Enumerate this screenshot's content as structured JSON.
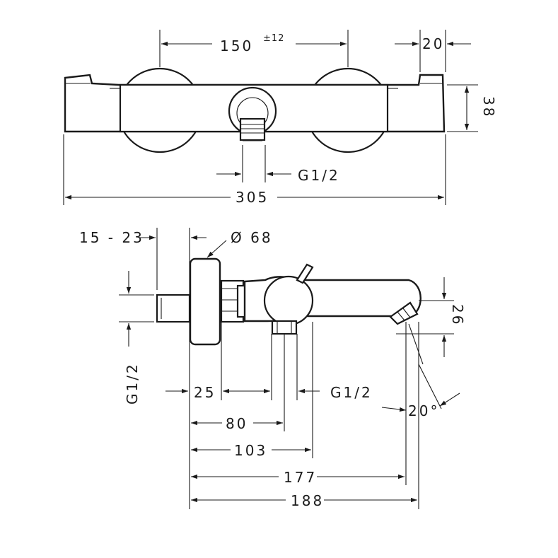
{
  "dimensions": {
    "width_150": "150",
    "tolerance": "±12",
    "width_20": "20",
    "height_38": "38",
    "thread_top": "G1/2",
    "width_305": "305",
    "range_15_23": "15 - 23",
    "diameter_68": "Ø 68",
    "thread_left": "G1/2",
    "dim_25": "25",
    "thread_bottom": "G1/2",
    "height_26": "26",
    "angle_20": "20°",
    "dim_80": "80",
    "dim_103": "103",
    "dim_177": "177",
    "dim_188": "188"
  }
}
